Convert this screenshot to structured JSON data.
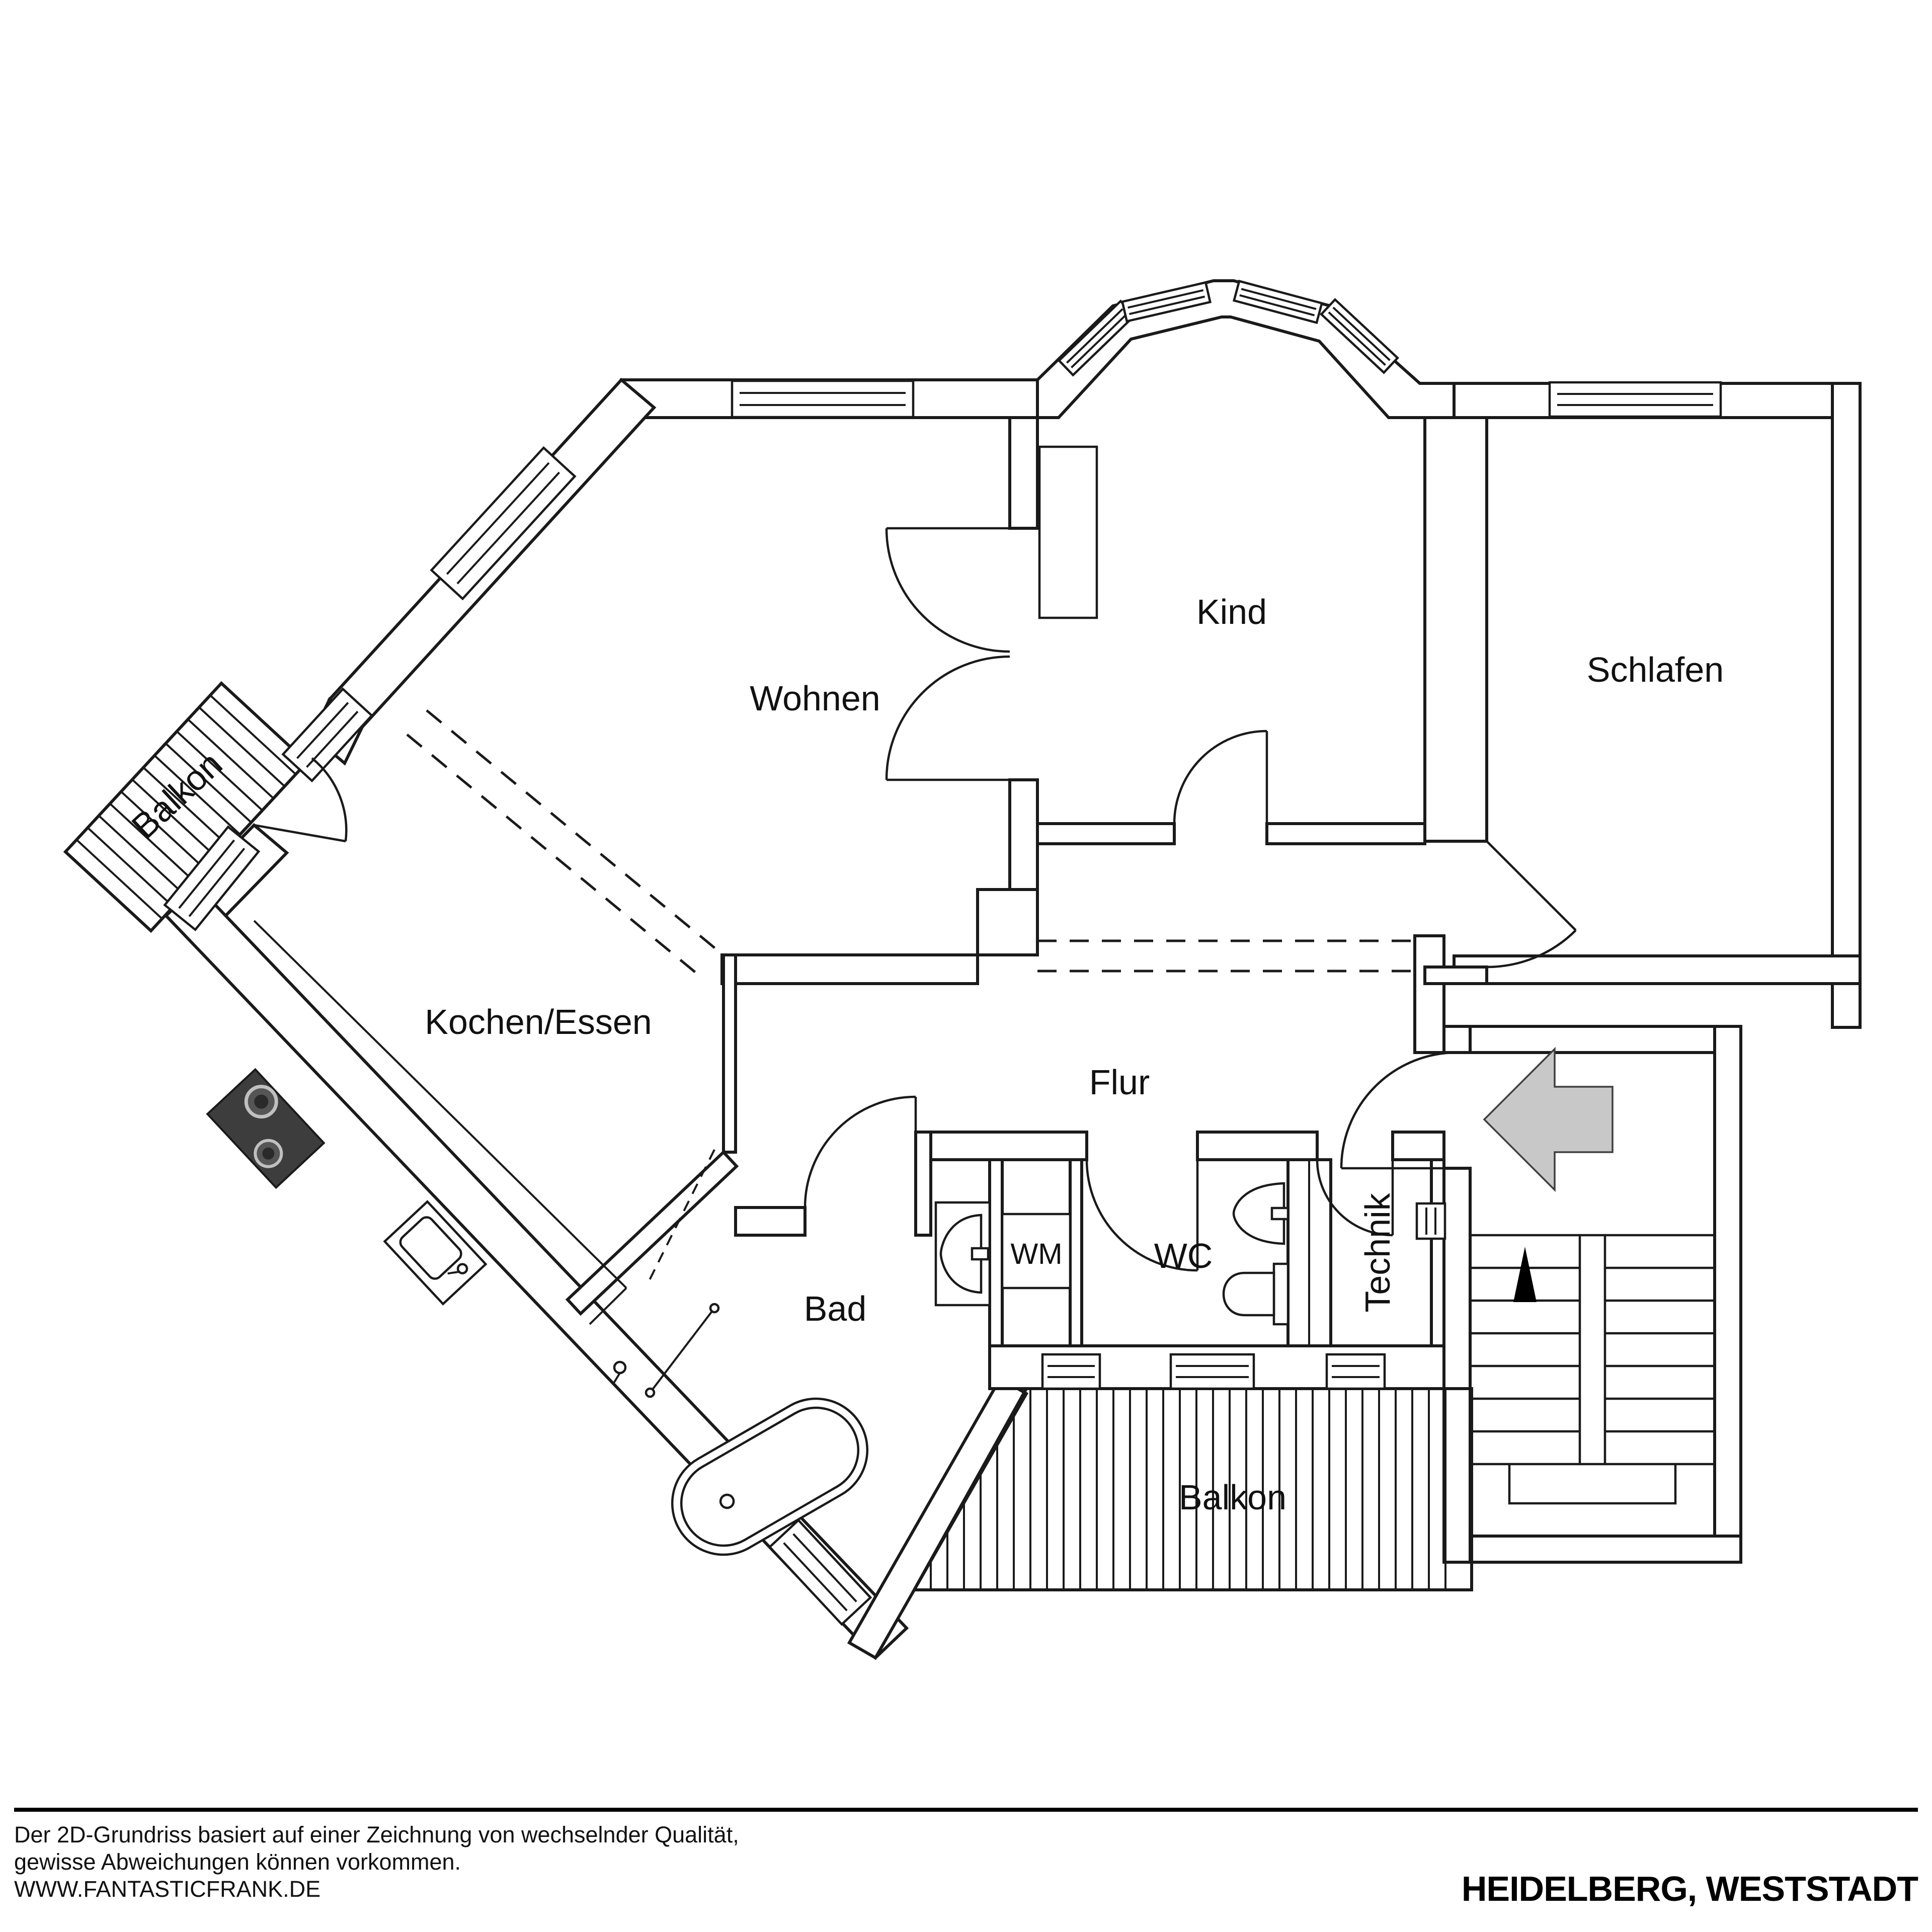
{
  "plan": {
    "rooms": [
      {
        "id": "wohnen",
        "label": "Wohnen"
      },
      {
        "id": "kind",
        "label": "Kind"
      },
      {
        "id": "schlafen",
        "label": "Schlafen"
      },
      {
        "id": "kochen-essen",
        "label": "Kochen/Essen"
      },
      {
        "id": "flur",
        "label": "Flur"
      },
      {
        "id": "bad",
        "label": "Bad"
      },
      {
        "id": "wm",
        "label": "WM"
      },
      {
        "id": "wc",
        "label": "WC"
      },
      {
        "id": "technik",
        "label": "Technik"
      },
      {
        "id": "balkon-west",
        "label": "Balkon"
      },
      {
        "id": "balkon-sued",
        "label": "Balkon"
      }
    ],
    "symbols": {
      "entrance_arrow": "entry direction arrow (gray, pointing left)",
      "stairs_up_arrow": "stair direction triangle (black, pointing up)"
    },
    "colors": {
      "line": "#1a1a1a",
      "entrance_arrow_fill": "#c8c8c8",
      "stove_fill": "#3d3d3d",
      "background": "#ffffff"
    }
  },
  "footer": {
    "disclaimer_line1": "Der 2D-Grundriss basiert auf einer Zeichnung von wechselnder Qualität,",
    "disclaimer_line2": "gewisse Abweichungen können vorkommen.",
    "website": "WWW.FANTASTICFRANK.DE",
    "location": "HEIDELBERG, WESTSTADT"
  }
}
